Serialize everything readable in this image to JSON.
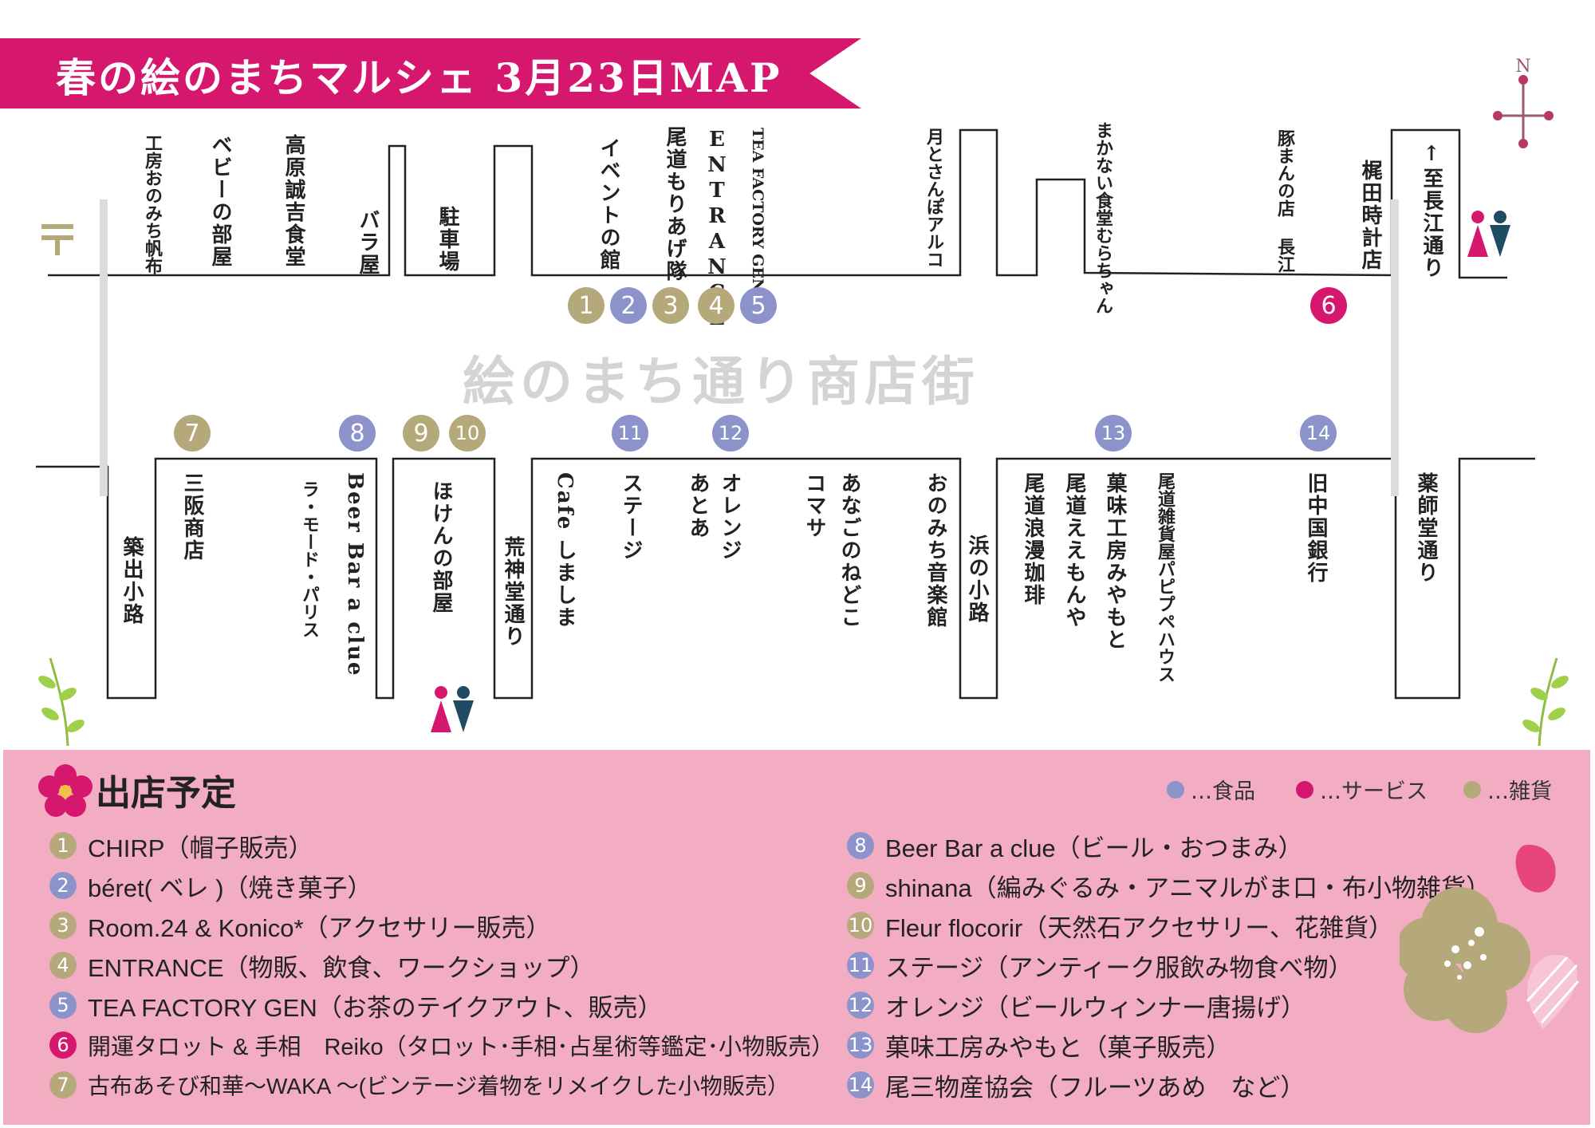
{
  "header": {
    "title": "春の絵のまちマルシェ 3月23日MAP"
  },
  "compass": {
    "north": "N"
  },
  "street_name": "絵のまち通り商店街",
  "colors": {
    "brand": "#d6176e",
    "food": "#8c93cb",
    "service": "#d6176e",
    "goods": "#b5a97c",
    "panel": "#f2adc2"
  },
  "north_shops": {
    "s1": "工房おのみち帆布",
    "s2": "ベビーの部屋",
    "s3": "高原誠吉食堂",
    "s4": "バラ屋",
    "s5": "駐車場",
    "s6": "イベントの館",
    "s7": "尾道もりあげ隊",
    "s8": "ENTRANCE",
    "s9": "TEA FACTORY GEN",
    "s10": "月とさんぽアルコ",
    "s11": "まかない食堂むらちゃん",
    "s12": "豚まんの店 長江",
    "s13": "梶田時計店",
    "s14": "↑至長江通り"
  },
  "south_shops": {
    "s1": "築出小路",
    "s2": "三阪商店",
    "s3": "ラ・モード・パリス",
    "s4": "Beer Bar a clue",
    "s5": "ほけんの部屋",
    "s6": "荒神堂通り",
    "s7": "Cafe しましま",
    "s8": "ステージ",
    "s9": "あとあ",
    "s10": "オレンジ",
    "s11": "コマサ",
    "s12": "あなごのねどこ",
    "s13": "おのみち音楽館",
    "s14": "浜の小路",
    "s15": "尾道浪漫珈琲",
    "s16": "尾道ええもんや",
    "s17": "菓味工房みやもと",
    "s18": "尾道雑貨屋パピプペハウス",
    "s19": "旧中国銀行",
    "s20": "薬師堂通り"
  },
  "markers": [
    "1",
    "2",
    "3",
    "4",
    "5",
    "6",
    "7",
    "8",
    "9",
    "10",
    "11",
    "12",
    "13",
    "14"
  ],
  "panel": {
    "title": "出店予定",
    "legend": {
      "food": "…食品",
      "service": "…サービス",
      "goods": "…雑貨"
    }
  },
  "vendors": [
    {
      "n": "1",
      "text": "CHIRP（帽子販売）"
    },
    {
      "n": "2",
      "text": "béret( ベレ )（焼き菓子）"
    },
    {
      "n": "3",
      "text": "Room.24 & Konico*（アクセサリー販売）"
    },
    {
      "n": "4",
      "text": "ENTRANCE（物販、飲食、ワークショップ）"
    },
    {
      "n": "5",
      "text": "TEA FACTORY GEN（お茶のテイクアウト、販売）"
    },
    {
      "n": "6",
      "text": "開運タロット & 手相　Reiko（タロット･手相･占星術等鑑定･小物販売）"
    },
    {
      "n": "7",
      "text": "古布あそび和華〜WAKA 〜(ビンテージ着物をリメイクした小物販売）"
    },
    {
      "n": "8",
      "text": "Beer Bar a clue（ビール・おつまみ）"
    },
    {
      "n": "9",
      "text": "shinana（編みぐるみ・アニマルがま口・布小物雑貨）"
    },
    {
      "n": "10",
      "text": "Fleur flocorir（天然石アクセサリー、花雑貨）"
    },
    {
      "n": "11",
      "text": "ステージ（アンティーク服飲み物食べ物）"
    },
    {
      "n": "12",
      "text": "オレンジ（ビールウィンナー唐揚げ）"
    },
    {
      "n": "13",
      "text": "菓味工房みやもと（菓子販売）"
    },
    {
      "n": "14",
      "text": "尾三物産協会（フルーツあめ　など）"
    }
  ]
}
